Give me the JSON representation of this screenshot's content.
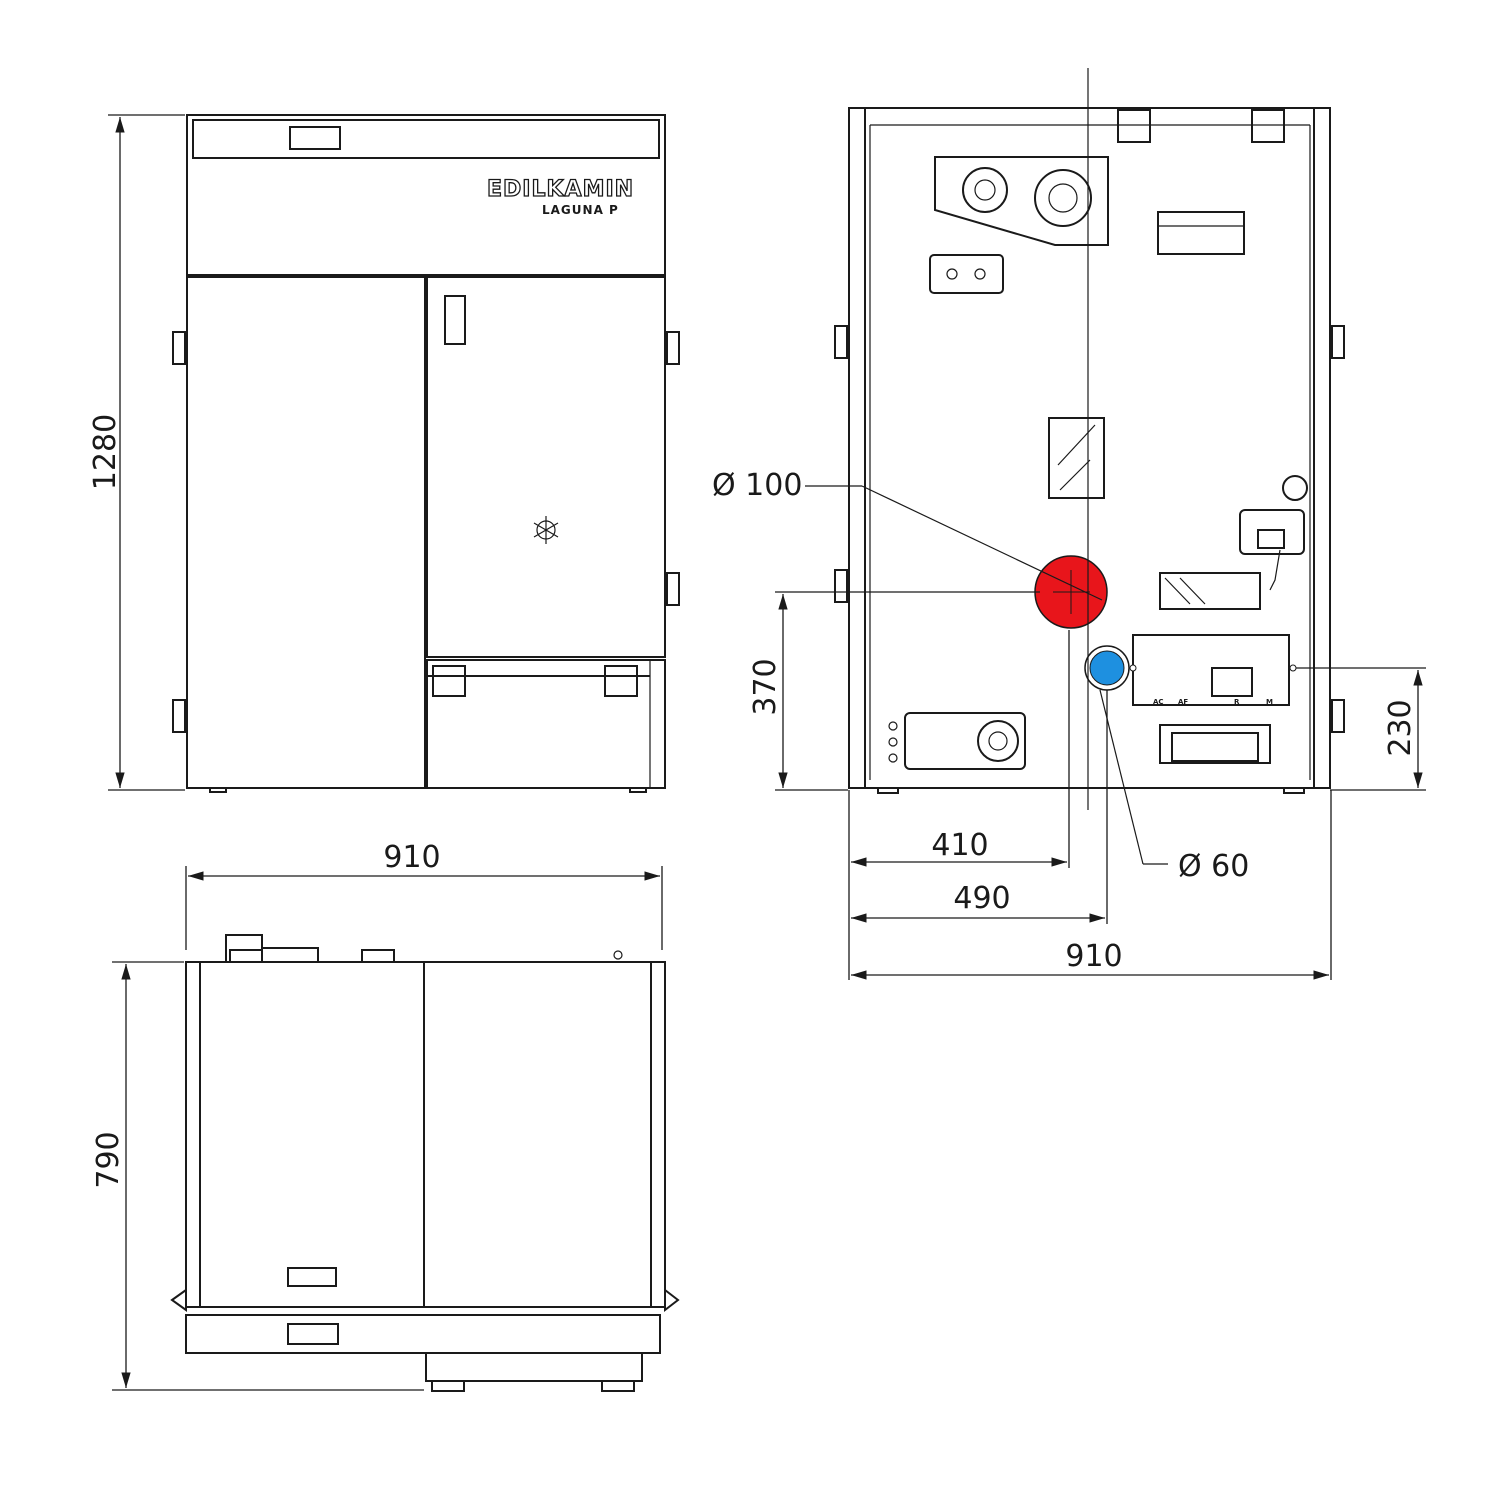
{
  "brand": {
    "name": "EDILKAMIN",
    "model": "LAGUNA P"
  },
  "dimensions": {
    "height": "1280",
    "width_top_view": "910",
    "depth_top_view": "790",
    "smoke_outlet_height": "370",
    "water_inlet_height": "230",
    "smoke_outlet_x": "410",
    "water_inlet_x": "490",
    "width_rear_view": "910"
  },
  "callouts": {
    "smoke_outlet_diameter": "Ø 100",
    "water_inlet_diameter": "Ø 60"
  },
  "panel_labels": {
    "ac": "AC",
    "af": "AF",
    "r": "R",
    "m": "M"
  },
  "colors": {
    "smoke_outlet": "#e8151b",
    "water_inlet": "#1e90e0",
    "line": "#1a1a1a"
  }
}
